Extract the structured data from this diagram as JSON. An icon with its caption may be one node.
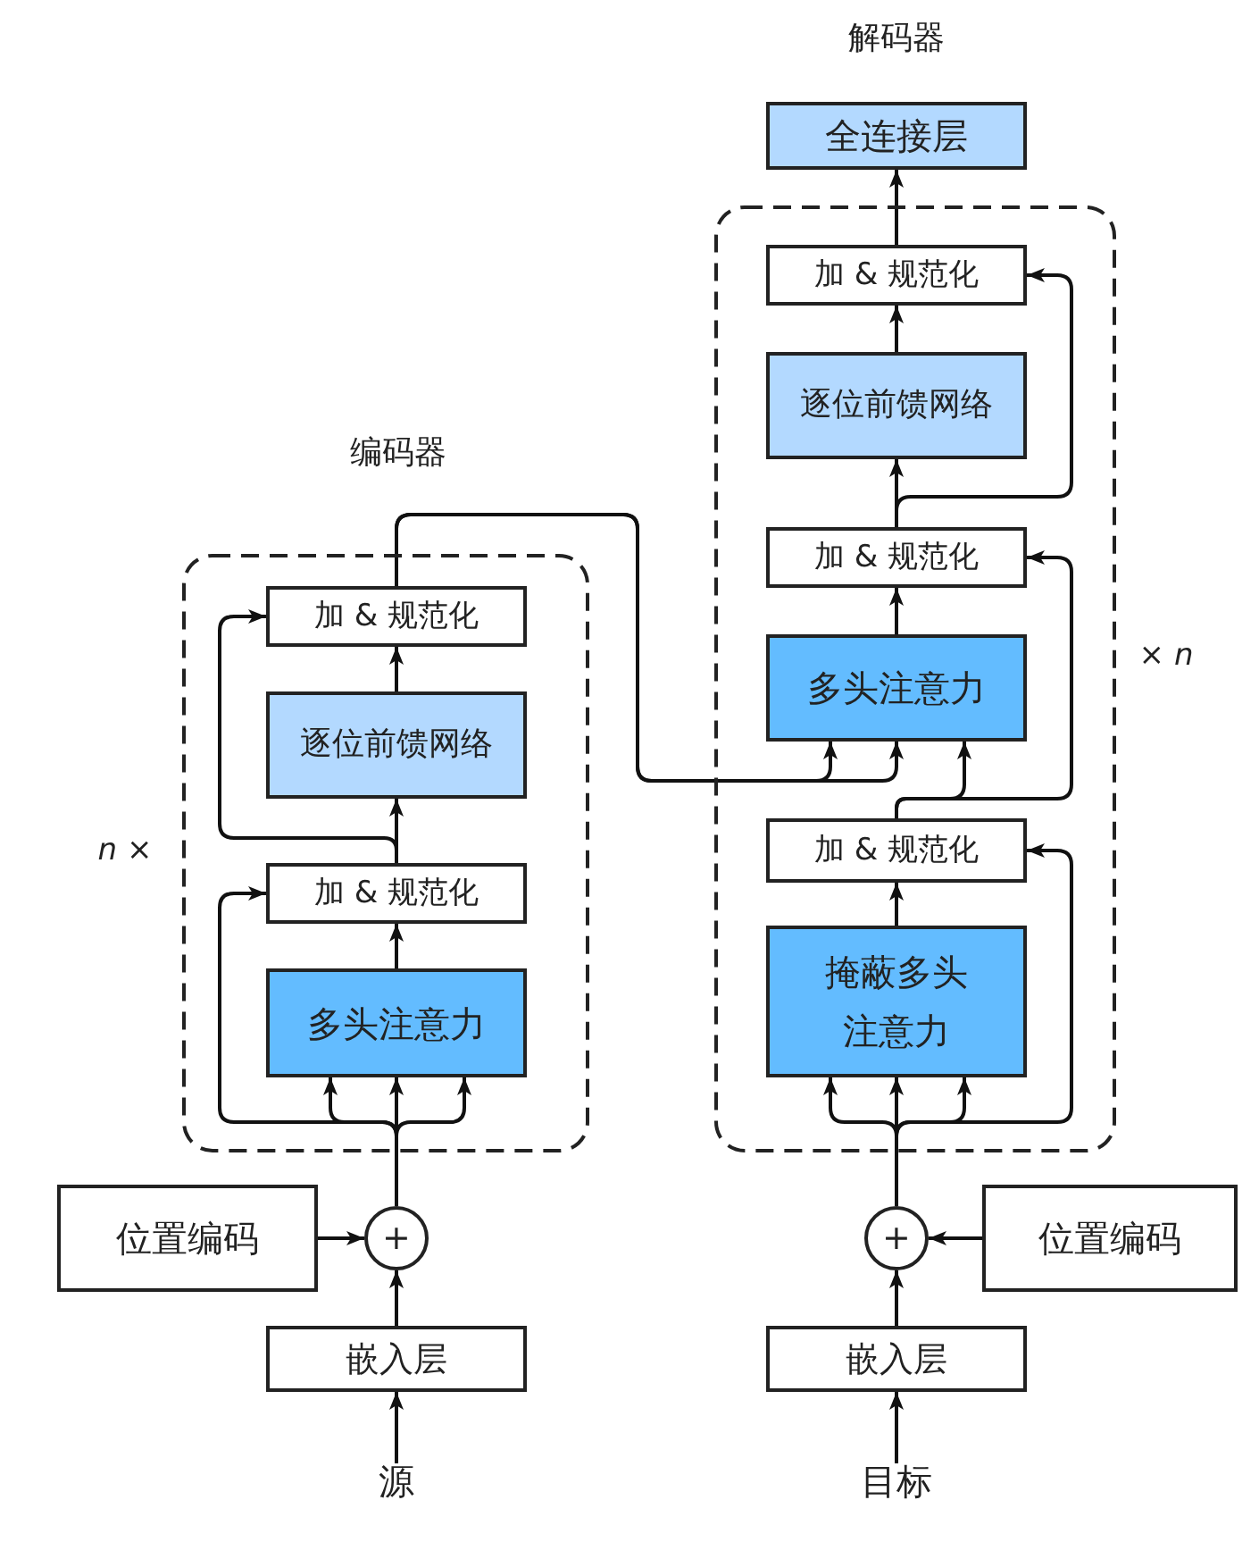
{
  "diagram": {
    "nodes": [
      {
        "text": [
          "编码器"
        ],
        "beside": [
          "*n* ×"
        ]
      },
      {
        "text": [
          "加 & 规范化"
        ],
        "in": 0
      },
      {
        "text": [
          "逐位前馈网络"
        ],
        "in": 0
      },
      {
        "text": [
          "加 & 规范化"
        ],
        "in": 0
      },
      {
        "text": [
          "多头注意力"
        ],
        "in": 0
      },
      {
        "text": [
          "位置编码"
        ]
      },
      {
        "text": [
          "+"
        ]
      },
      {
        "text": [
          "嵌入层"
        ]
      },
      {
        "text": [
          "源"
        ]
      },
      {
        "text": [
          "全连接层"
        ]
      },
      {
        "text": [],
        "shape": "box",
        "beside": [
          "× *n*"
        ]
      },
      {
        "text": [
          "加 & 规范化"
        ],
        "in": 10
      },
      {
        "text": [
          "逐位前馈网络"
        ],
        "in": 10
      },
      {
        "text": [
          "加 & 规范化"
        ],
        "in": 10
      },
      {
        "text": [
          "多头注意力"
        ],
        "in": 10
      },
      {
        "text": [
          "加 & 规范化"
        ],
        "in": 10
      },
      {
        "text": [
          "掩蔽多头注意力"
        ],
        "in": 10
      },
      {
        "text": [
          "+"
        ]
      },
      {
        "text": [
          "位置编码"
        ]
      },
      {
        "text": [
          "嵌入层"
        ]
      },
      {
        "text": [
          "目标"
        ]
      }
    ],
    "edges": [
      {
        "from": 8,
        "to": 7,
        "arrow": "to"
      },
      {
        "from": 7,
        "to": 6,
        "arrow": "to"
      },
      {
        "from": 5,
        "to": 6,
        "arrow": "to"
      },
      {
        "from": 6,
        "to": 4,
        "arrow": "to"
      },
      {
        "from": 6,
        "to": 4,
        "arrow": "to"
      },
      {
        "from": 6,
        "to": 4,
        "arrow": "to"
      },
      {
        "from": 6,
        "to": 3,
        "arrow": "to"
      },
      {
        "from": 4,
        "to": 3,
        "arrow": "to"
      },
      {
        "from": 3,
        "to": 2,
        "arrow": "to"
      },
      {
        "from": 3,
        "to": 1,
        "arrow": "to"
      },
      {
        "from": 2,
        "to": 1,
        "arrow": "to"
      },
      {
        "from": 1,
        "to": 14,
        "arrow": "to"
      },
      {
        "from": 1,
        "to": 14,
        "arrow": "to"
      },
      {
        "from": 20,
        "to": 19,
        "arrow": "to"
      },
      {
        "from": 19,
        "to": 17,
        "arrow": "to"
      },
      {
        "from": 18,
        "to": 17,
        "arrow": "to"
      },
      {
        "from": 17,
        "to": 16,
        "arrow": "to"
      },
      {
        "from": 17,
        "to": 16,
        "arrow": "to"
      },
      {
        "from": 17,
        "to": 16,
        "arrow": "to"
      },
      {
        "from": 17,
        "to": 15,
        "arrow": "to"
      },
      {
        "from": 16,
        "to": 15,
        "arrow": "to"
      },
      {
        "from": 15,
        "to": 14,
        "arrow": "to"
      },
      {
        "from": 15,
        "to": 13,
        "arrow": "to"
      },
      {
        "from": 14,
        "to": 13,
        "arrow": "to"
      },
      {
        "from": 13,
        "to": 12,
        "arrow": "to"
      },
      {
        "from": 13,
        "to": 11,
        "arrow": "to"
      },
      {
        "from": 12,
        "to": 11,
        "arrow": "to"
      },
      {
        "from": 11,
        "to": 9,
        "arrow": "to"
      }
    ],
    "labels": [
      "解码器"
    ]
  }
}
